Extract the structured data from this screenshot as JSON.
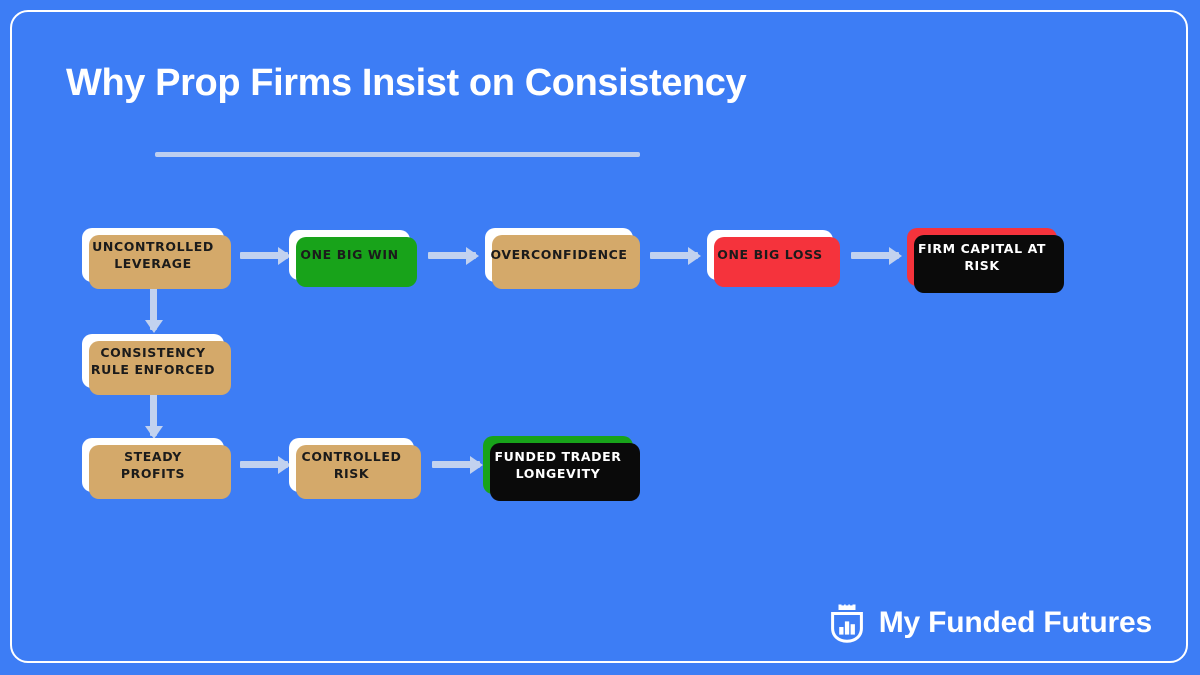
{
  "slide": {
    "background_color": "#3d7df5",
    "border_color": "#ffffff",
    "title": "Why Prop Firms Insist on Consistency",
    "divider_color": "#bdcef0"
  },
  "palette": {
    "blue_bg": "#3d7df5",
    "tan_shadow": "#d4a96a",
    "green": "#18a31a",
    "red": "#f5333c",
    "black_shadow": "#0a0a0a",
    "arrow": "#c2d2ef",
    "card_white": "#ffffff",
    "text_dark": "#1b1b1b"
  },
  "flow": {
    "top_row": [
      {
        "id": "uncontrolled-leverage",
        "label": "UNCONTROLLED LEVERAGE",
        "style": "white",
        "shadow": "tan"
      },
      {
        "id": "one-big-win",
        "label": "ONE BIG WIN",
        "style": "white",
        "shadow": "green"
      },
      {
        "id": "overconfidence",
        "label": "OVERCONFIDENCE",
        "style": "white",
        "shadow": "tan"
      },
      {
        "id": "one-big-loss",
        "label": "ONE BIG LOSS",
        "style": "white",
        "shadow": "red"
      },
      {
        "id": "firm-capital-at-risk",
        "label": "FIRM CAPITAL AT RISK",
        "style": "filled-red",
        "shadow": "black"
      }
    ],
    "middle_row": [
      {
        "id": "consistency-rule-enforced",
        "label": "CONSISTENCY RULE ENFORCED",
        "style": "white",
        "shadow": "tan"
      }
    ],
    "bottom_row": [
      {
        "id": "steady-profits",
        "label": "STEADY PROFITS",
        "style": "white",
        "shadow": "tan"
      },
      {
        "id": "controlled-risk",
        "label": "CONTROLLED RISK",
        "style": "white",
        "shadow": "tan"
      },
      {
        "id": "funded-trader-longevity",
        "label": "FUNDED TRADER LONGEVITY",
        "style": "filled-green",
        "shadow": "black"
      }
    ]
  },
  "logo": {
    "icon": "shield-bar-chart-icon",
    "text": "My Funded Futures"
  }
}
